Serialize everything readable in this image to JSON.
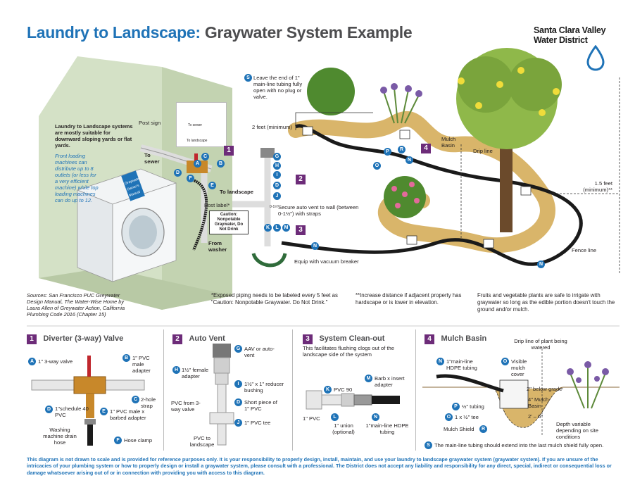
{
  "title": {
    "part1": "Laundry to Landscape:",
    "part2": "Graywater System Example"
  },
  "logo": {
    "line1": "Santa Clara Valley",
    "line2": "Water District"
  },
  "main_diagram": {
    "intro_note": "Laundry to Landscape systems are mostly suitable for downward sloping yards or flat yards.",
    "front_loading_note": "Front loading machines can distribute up to 8 outlets (or less for a very efficient machine) while top loading machines can do up to 12.",
    "post_sign": "Post sign",
    "sign_to_sewer": "To sewer",
    "sign_to_landscape": "To landscape",
    "to_sewer": "To sewer",
    "to_landscape": "To landscape",
    "manual_label": "Graywater Owner's Manual",
    "post_label": "Post label*",
    "caution_label": "Caution: Nonpotable Graywater, Do Not Drink",
    "from_washer": "From washer",
    "secure_vent": "Secure auto vent to wall (between 0-1½\") with straps",
    "dim_0_1": "0-1½\"",
    "equip_vacuum": "Equip with vacuum breaker",
    "leave_end": "Leave the end of 1\" main-line tubing fully open with no plug or valve.",
    "two_feet": "2 feet (minimum)",
    "mulch_basin": "Mulch Basin",
    "drip_line": "Drip line",
    "one_five_feet": "1.5 feet (minimum)**",
    "fence_line": "Fence line",
    "sources": "Sources: San Francisco PUC Greywater Design Manual, The Water-Wise Home by Laura Allen of Greywater Action, California Plumbing Code 2016 (Chapter 15)",
    "footnote_star": "*Exposed piping needs to be labeled every 5 feet as \"Caution: Nonpotable Graywater. Do Not Drink.\"",
    "footnote_dstar": "**Increase distance if adjacent property has hardscape or is lower in elevation.",
    "fruit_note": "Fruits and vegetable plants are safe to irrigate with graywater so long as the edible portion doesn't touch the ground and/or mulch.",
    "section_badges": [
      "1",
      "2",
      "3",
      "4"
    ],
    "letters": [
      "A",
      "B",
      "C",
      "D",
      "E",
      "F",
      "G",
      "H",
      "I",
      "J",
      "K",
      "L",
      "M",
      "N",
      "O",
      "P",
      "R",
      "S"
    ]
  },
  "sections": {
    "s1": {
      "num": "1",
      "title": "Diverter (3-way) Valve",
      "a": "1\" 3-way valve",
      "b": "1\" PVC male adapter",
      "c": "2-hole strap",
      "d": "1\"schedule 40 PVC",
      "e": "1\" PVC male x barbed adapter",
      "f": "Hose clamp",
      "washing": "Washing machine drain hose"
    },
    "s2": {
      "num": "2",
      "title": "Auto Vent",
      "g": "AAV or auto-vent",
      "h": "1½\" female adapter",
      "i": "1½\" x 1\" reducer bushing",
      "d": "Short piece of 1\" PVC",
      "j": "1\" PVC tee",
      "from_washer": "PVC from 3-way valve",
      "to_landscape": "PVC to landscape"
    },
    "s3": {
      "num": "3",
      "title": "System Clean-out",
      "desc": "This facilitates flushing clogs out of the landscape side of the system",
      "k": "PVC 90",
      "m": "Barb x insert adapter",
      "pvc": "1\" PVC",
      "l": "1\" union (optional)",
      "n": "1\"main-line HDPE tubing"
    },
    "s4": {
      "num": "4",
      "title": "Mulch Basin",
      "dripline": "Drip line of plant being watered",
      "n": "1\"main-line HDPE tubing",
      "o": "Visible mulch cover",
      "below": "2\" below grade",
      "basin": "4\" Mulch Basin",
      "depth": "2' – 6\"",
      "p": "½\" tubing",
      "q": "1 x ½\" tee",
      "r": "Mulch Shield",
      "variable": "Depth variable depending on site conditions",
      "s": "The main-line tubing should extend into the last mulch shield fully open."
    }
  },
  "disclaimer": "This diagram is not drawn to scale and is provided for reference purposes only. It is your responsibility to properly design, install, maintain, and use your laundry to landscape graywater system (graywater system). If you are unsure of the intricacies of your plumbing system or how to properly design or install a graywater system, please consult with a professional. The District does not accept any liability and responsibility for any direct, special, indirect or consequential loss or damage whatsoever arising out of or in connection with providing you with access to this diagram.",
  "colors": {
    "blue": "#1f73b7",
    "purple": "#6d2c79",
    "gray": "#4d4d4f",
    "mulch": "#d9b56a",
    "pipe": "#1a1a1a",
    "wall": "#cfdcc0"
  }
}
